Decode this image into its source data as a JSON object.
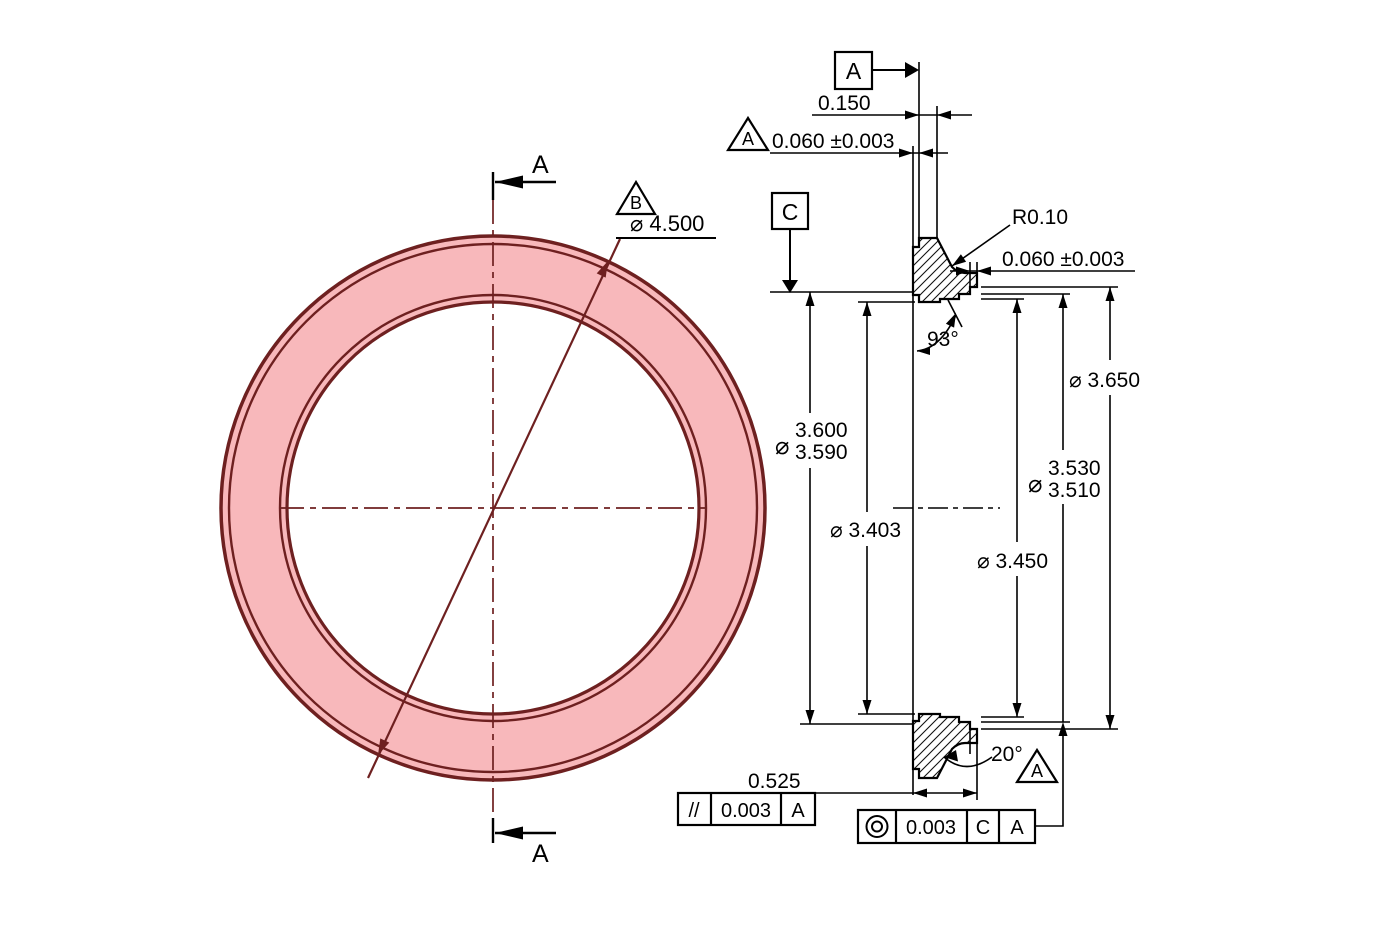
{
  "front_view": {
    "flag_b": "B",
    "dim_outer_diameter": "⌀ 4.500",
    "section_arrow_top": "A",
    "section_arrow_bottom": "A"
  },
  "section_view": {
    "datum_a": "A",
    "datum_c": "C",
    "dim_land_width": "0.150",
    "flag_a_upper": "A",
    "dim_lip_left": "0.060 ±0.003",
    "radius_note": "R0.10",
    "dim_lip_right": "0.060 ±0.003",
    "angle_flank": "93°",
    "diameter_symbol": "⌀",
    "dim_od_upper": "3.600",
    "dim_od_lower": "3.590",
    "dim_bore": "⌀ 3.403",
    "dim_outer_step": "⌀ 3.650",
    "dim_step_upper": "3.530",
    "dim_step_lower": "3.510",
    "dim_groove": "⌀ 3.450",
    "angle_chamfer": "20°",
    "flag_a_lower": "A",
    "dim_overall_width": "0.525"
  },
  "fcf_parallelism": {
    "symbol": "//",
    "tolerance": "0.003",
    "datum": "A",
    "symbol_icon": "parallelism-icon"
  },
  "fcf_concentricity": {
    "symbol_icon": "concentricity-icon",
    "tolerance": "0.003",
    "datum_primary": "C",
    "datum_secondary": "A"
  },
  "colors": {
    "ring_fill": "#F8B8BB",
    "ring_stroke": "#6E2020",
    "line_color": "#000000",
    "background": "#FFFFFF"
  }
}
